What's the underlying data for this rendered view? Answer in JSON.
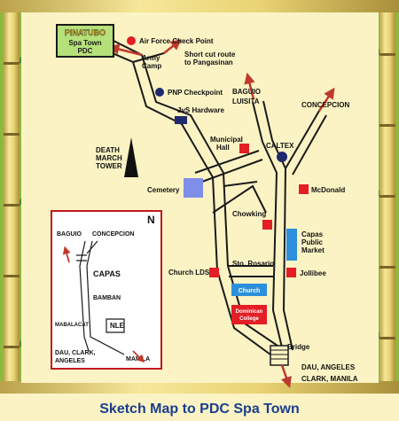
{
  "map": {
    "footer_title": "Sketch Map to PDC Spa Town",
    "logo": {
      "line1": "PINATUBO",
      "line2": "Spa Town",
      "line3": "PDC"
    },
    "labels": {
      "air_force": "Air Force Check Point",
      "army_camp_1": "Army",
      "army_camp_2": "Camp",
      "shortcut_1": "Short cut route",
      "shortcut_2": "to Pangasinan",
      "pnp": "PNP Checkpoint",
      "baguio": "BAGUIO",
      "luisita": "LUISITA",
      "concepcion": "CONCEPCION",
      "jvs": "JvS Hardware",
      "death_1": "DEATH",
      "death_2": "MARCH",
      "death_3": "TOWER",
      "municipal_1": "Municipal",
      "municipal_2": "Hall",
      "caltex": "CALTEX",
      "cemetery": "Cemetery",
      "mcdonald": "McDonald",
      "chowking": "Chowking",
      "capas_market_1": "Capas",
      "capas_market_2": "Public",
      "capas_market_3": "Market",
      "church_lds": "Church LDS",
      "sto_rosario": "Sto. Rosario",
      "jollibee": "Jollibee",
      "church": "Church",
      "dominican_1": "Dominican",
      "dominican_2": "College",
      "bridge": "Bridge",
      "dau_1": "DAU, ANGELES",
      "dau_2": "CLARK, MANILA"
    },
    "inset": {
      "north": "N",
      "baguio": "BAGUIO",
      "concepcion": "CONCEPCION",
      "capas": "CAPAS",
      "bamban": "BAMBAN",
      "mabalacat": "MABALACAT",
      "nle": "NLE",
      "dau_1": "DAU, CLARK,",
      "dau_2": "ANGELES",
      "manila": "MANILA"
    },
    "colors": {
      "red": "#e31e24",
      "navy": "#1f2a6e",
      "blue": "#2d8fdb",
      "road": "#1a1a1a",
      "paper": "#fbf3c4",
      "title": "#1a3e8c"
    }
  }
}
